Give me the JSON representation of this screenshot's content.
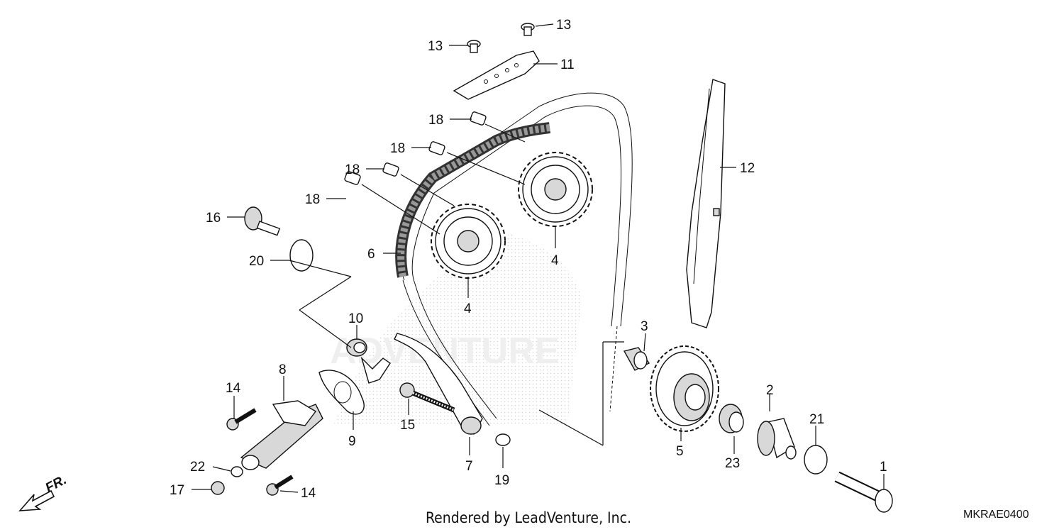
{
  "diagram": {
    "callouts": {
      "c1": "1",
      "c2": "2",
      "c3": "3",
      "c4a": "4",
      "c4b": "4",
      "c5": "5",
      "c6": "6",
      "c7": "7",
      "c8": "8",
      "c9": "9",
      "c10": "10",
      "c11": "11",
      "c12": "12",
      "c13a": "13",
      "c13b": "13",
      "c14a": "14",
      "c14b": "14",
      "c15": "15",
      "c16": "16",
      "c17": "17",
      "c18a": "18",
      "c18b": "18",
      "c18c": "18",
      "c18d": "18",
      "c19": "19",
      "c20": "20",
      "c21": "21",
      "c22": "22",
      "c23": "23"
    },
    "direction_label": "FR.",
    "footer_credit": "Rendered by LeadVenture, Inc.",
    "diagram_code": "MKRAE0400",
    "watermark_text": "ADVENTURE"
  }
}
